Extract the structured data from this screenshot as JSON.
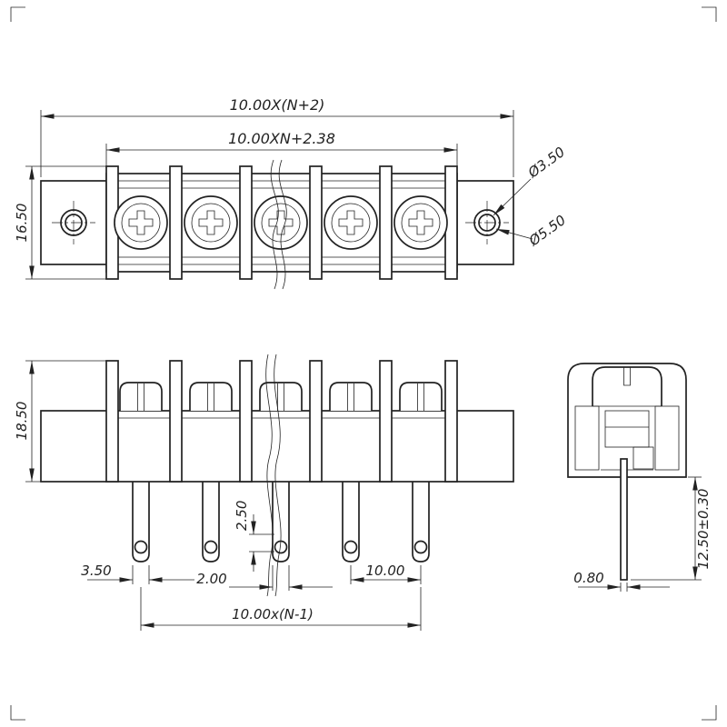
{
  "colors": {
    "ink": "#222222",
    "background": "#ffffff"
  },
  "dims": {
    "top_overall": "10.00X(N+2)",
    "top_inner": "10.00XN+2.38",
    "top_height": "16.50",
    "hole_dia_inner": "Ø3.50",
    "hole_dia_outer": "Ø5.50",
    "front_height": "18.50",
    "hole_offset": "2.50",
    "pin_foot_width": "3.50",
    "hole_dia": "2.00",
    "pin_pitch": "10.00",
    "pin_span": "10.00x(N-1)",
    "pin_thickness": "0.80",
    "pin_length": "12.50±0.30"
  }
}
